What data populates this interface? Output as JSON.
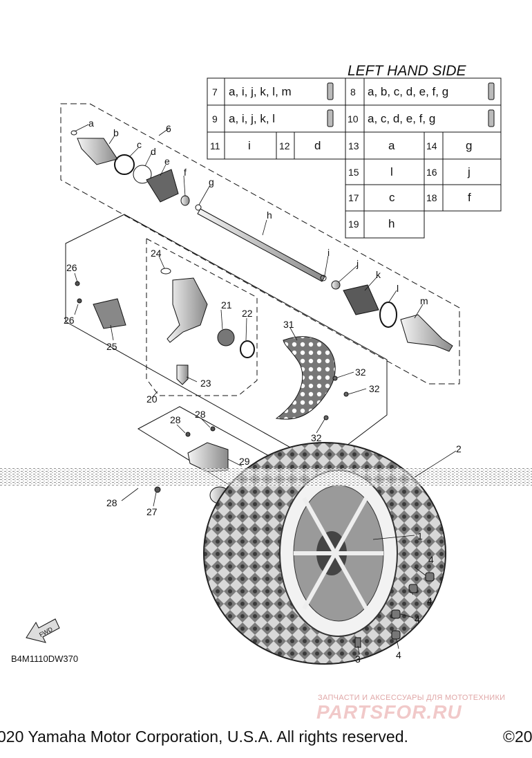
{
  "diagram": {
    "heading": "LEFT HAND SIDE",
    "code": "B4M1110DW370",
    "fwd": "FWD",
    "legend": {
      "row1": [
        {
          "num": "7",
          "parts": "a, i, j, k, l, m"
        },
        {
          "num": "8",
          "parts": "a, b, c, d, e, f, g"
        }
      ],
      "row2": [
        {
          "num": "9",
          "parts": "a, i, j, k, l"
        },
        {
          "num": "10",
          "parts": "a, c, d, e, f, g"
        }
      ],
      "row3": [
        {
          "num": "11",
          "parts": "i"
        },
        {
          "num": "12",
          "parts": "d"
        },
        {
          "num": "13",
          "parts": "a"
        },
        {
          "num": "14",
          "parts": "g"
        }
      ],
      "row4": [
        {
          "num": "15",
          "parts": "l"
        },
        {
          "num": "16",
          "parts": "j"
        }
      ],
      "row5": [
        {
          "num": "17",
          "parts": "c"
        },
        {
          "num": "18",
          "parts": "f"
        }
      ],
      "row6": [
        {
          "num": "19",
          "parts": "h"
        }
      ]
    },
    "callouts": {
      "a": "a",
      "b": "b",
      "c": "c",
      "d": "d",
      "e": "e",
      "f": "f",
      "g": "g",
      "h": "h",
      "i": "i",
      "j": "j",
      "k": "k",
      "l": "l",
      "m": "m",
      "n1": "1",
      "n2": "2",
      "n3": "3",
      "n4": "4",
      "n6": "6",
      "n20": "20",
      "n21": "21",
      "n22": "22",
      "n23": "23",
      "n24": "24",
      "n25": "25",
      "n26": "26",
      "n27": "27",
      "n28": "28",
      "n29": "29",
      "n31": "31",
      "n32": "32"
    }
  },
  "footer": {
    "copyright": "020 Yamaha Motor Corporation, U.S.A. All rights reserved.",
    "copyright_right": "©20"
  },
  "watermark": {
    "line1": "ЗАПЧАСТИ И АКСЕССУАРЫ ДЛЯ МОТОТЕХНИКИ",
    "line2": "PARTSFOR.RU"
  }
}
